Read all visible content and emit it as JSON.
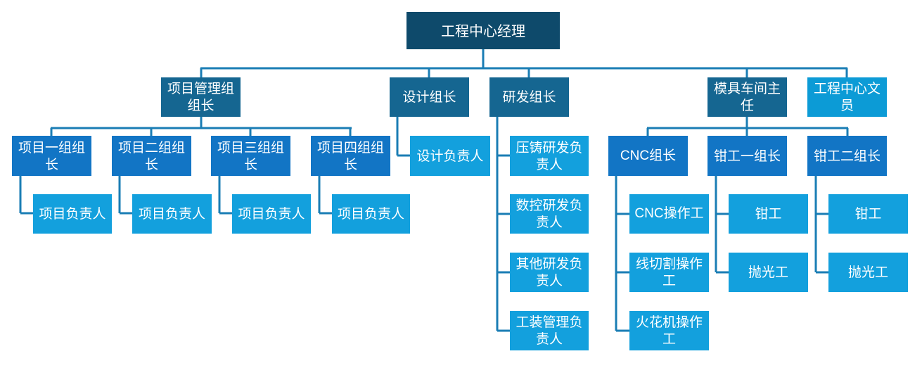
{
  "root": "工程中心经理",
  "departments": {
    "project_mgmt": "项目管理组组长",
    "design": "设计组长",
    "rnd": "研发组长",
    "mold_workshop": "模具车间主任",
    "clerk": "工程中心文员"
  },
  "project_groups": [
    {
      "leader": "项目一组组长",
      "member": "项目负责人"
    },
    {
      "leader": "项目二组组长",
      "member": "项目负责人"
    },
    {
      "leader": "项目三组组长",
      "member": "项目负责人"
    },
    {
      "leader": "项目四组组长",
      "member": "项目负责人"
    }
  ],
  "design_members": [
    "设计负责人"
  ],
  "rnd_members": [
    "压铸研发负责人",
    "数控研发负责人",
    "其他研发负责人",
    "工装管理负责人"
  ],
  "mold_groups": [
    {
      "leader": "CNC组长",
      "members": [
        "CNC操作工",
        "线切割操作工",
        "火花机操作工"
      ]
    },
    {
      "leader": "钳工一组长",
      "members": [
        "钳工",
        "抛光工"
      ]
    },
    {
      "leader": "钳工二组长",
      "members": [
        "钳工",
        "抛光工"
      ]
    }
  ],
  "colors": {
    "root": "#0e4a6b",
    "department": "#156691",
    "department_light": "#0c9bd6",
    "group_leader": "#1275c5",
    "member": "#13a0dd",
    "connector": "#1a7db4"
  }
}
